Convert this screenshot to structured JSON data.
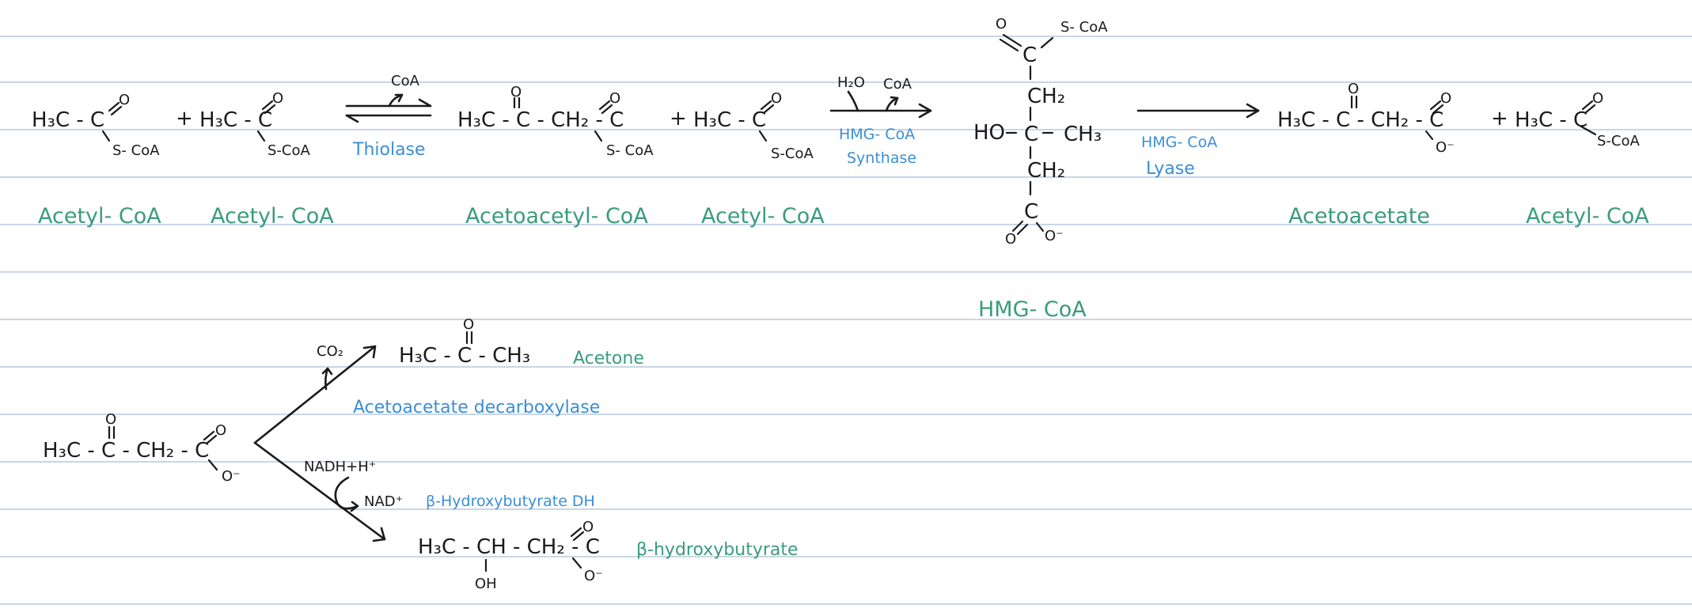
{
  "colors": {
    "ink": "#1a1a1a",
    "enzyme": "#3b8ed6",
    "compound_name": "#3a9c7c",
    "ruled_line": "#b9c7df",
    "paper": "#ffffff"
  },
  "row1": {
    "acetyl_coa_1": {
      "h3c": "H₃C - C",
      "o": "O",
      "s": "S- CoA",
      "name": "Acetyl- CoA"
    },
    "plus_1": "+",
    "acetyl_coa_2": {
      "h3c": "H₃C - C",
      "o": "O",
      "s": "S-CoA",
      "name": "Acetyl- CoA"
    },
    "thiolase": {
      "coa": "CoA",
      "enzyme": "Thiolase"
    },
    "acetoacetyl_coa": {
      "main": "H₃C - C - CH₂ - C",
      "o1": "O",
      "o2": "O",
      "s": "S- CoA",
      "name": "Acetoacetyl- CoA"
    },
    "plus_2": "+",
    "acetyl_coa_3": {
      "h3c": "H₃C - C",
      "o": "O",
      "s": "S-CoA",
      "name": "Acetyl- CoA"
    },
    "hmg_synthase": {
      "h2o": "H₂O",
      "coa": "CoA",
      "enzyme_line1": "HMG- CoA",
      "enzyme_line2": "Synthase"
    },
    "hmg_coa": {
      "o_top": "O",
      "c_top": "C",
      "s_coa": "S- CoA",
      "ch2_a": "CH₂",
      "ho": "HO",
      "c_mid": "C",
      "ch3": "CH₃",
      "ch2_b": "CH₂",
      "c_bot": "C",
      "o_left": "O",
      "o_minus": "O⁻",
      "name": "HMG- CoA"
    },
    "hmg_lyase": {
      "enzyme_line1": "HMG- CoA",
      "enzyme_line2": "Lyase"
    },
    "acetoacetate": {
      "main": "H₃C - C - CH₂ - C",
      "o1": "O",
      "o2": "O",
      "o_minus": "O⁻",
      "name": "Acetoacetate"
    },
    "plus_3": "+",
    "acetyl_coa_4": {
      "h3c": "H₃C - C",
      "o": "O",
      "s": "S-CoA",
      "name": "Acetyl- CoA"
    }
  },
  "row2": {
    "acetoacetate_start": {
      "main": "H₃C - C - CH₂ - C",
      "o1": "O",
      "o2": "O",
      "o_minus": "O⁻"
    },
    "decarboxylation": {
      "co2": "CO₂",
      "enzyme": "Acetoacetate decarboxylase"
    },
    "acetone": {
      "main": "H₃C - C - CH₃",
      "o": "O",
      "name": "Acetone"
    },
    "reduction": {
      "nadh": "NADH+H⁺",
      "nad": "NAD⁺",
      "enzyme": "β-Hydroxybutyrate DH"
    },
    "beta_hydroxybutyrate": {
      "main": "H₃C - CH - CH₂ - C",
      "oh": "OH",
      "o": "O",
      "o_minus": "O⁻",
      "name": "β-hydroxybutyrate"
    }
  }
}
